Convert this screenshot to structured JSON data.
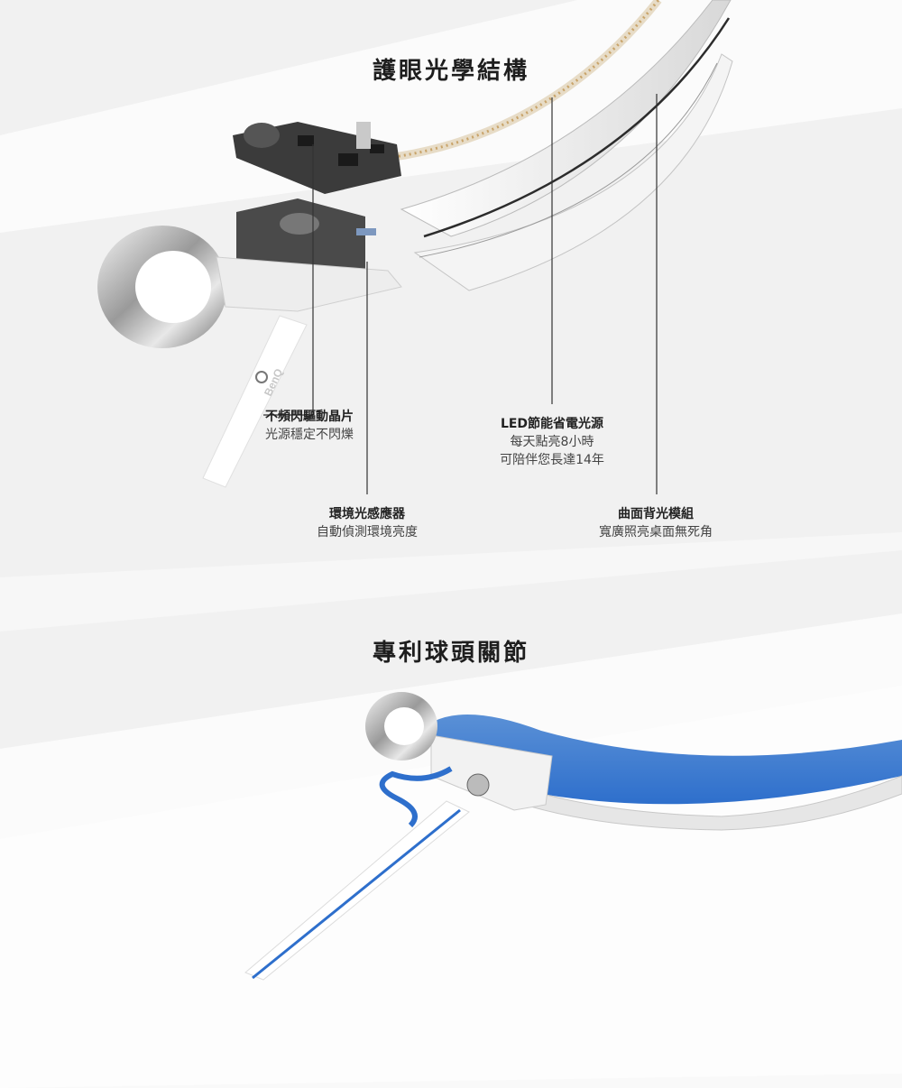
{
  "sections": {
    "optics_title": "護眼光學結構",
    "joint_title": "專利球頭關節"
  },
  "callouts": {
    "driver": {
      "title": "不頻閃驅動晶片",
      "lines": [
        "光源穩定不閃爍"
      ]
    },
    "sensor": {
      "title": "環境光感應器",
      "lines": [
        "自動偵測環境亮度"
      ]
    },
    "led": {
      "title": "LED節能省電光源",
      "lines": [
        "每天點亮8小時",
        "可陪伴您長達14年"
      ]
    },
    "backlight": {
      "title": "曲面背光模組",
      "lines": [
        "寬廣照亮桌面無死角"
      ]
    }
  },
  "brand_mark": "BenQ",
  "colors": {
    "background": "#f1f1f1",
    "band": "#ffffff",
    "accent_blue": "#2e6fcc",
    "line": "#333333"
  }
}
